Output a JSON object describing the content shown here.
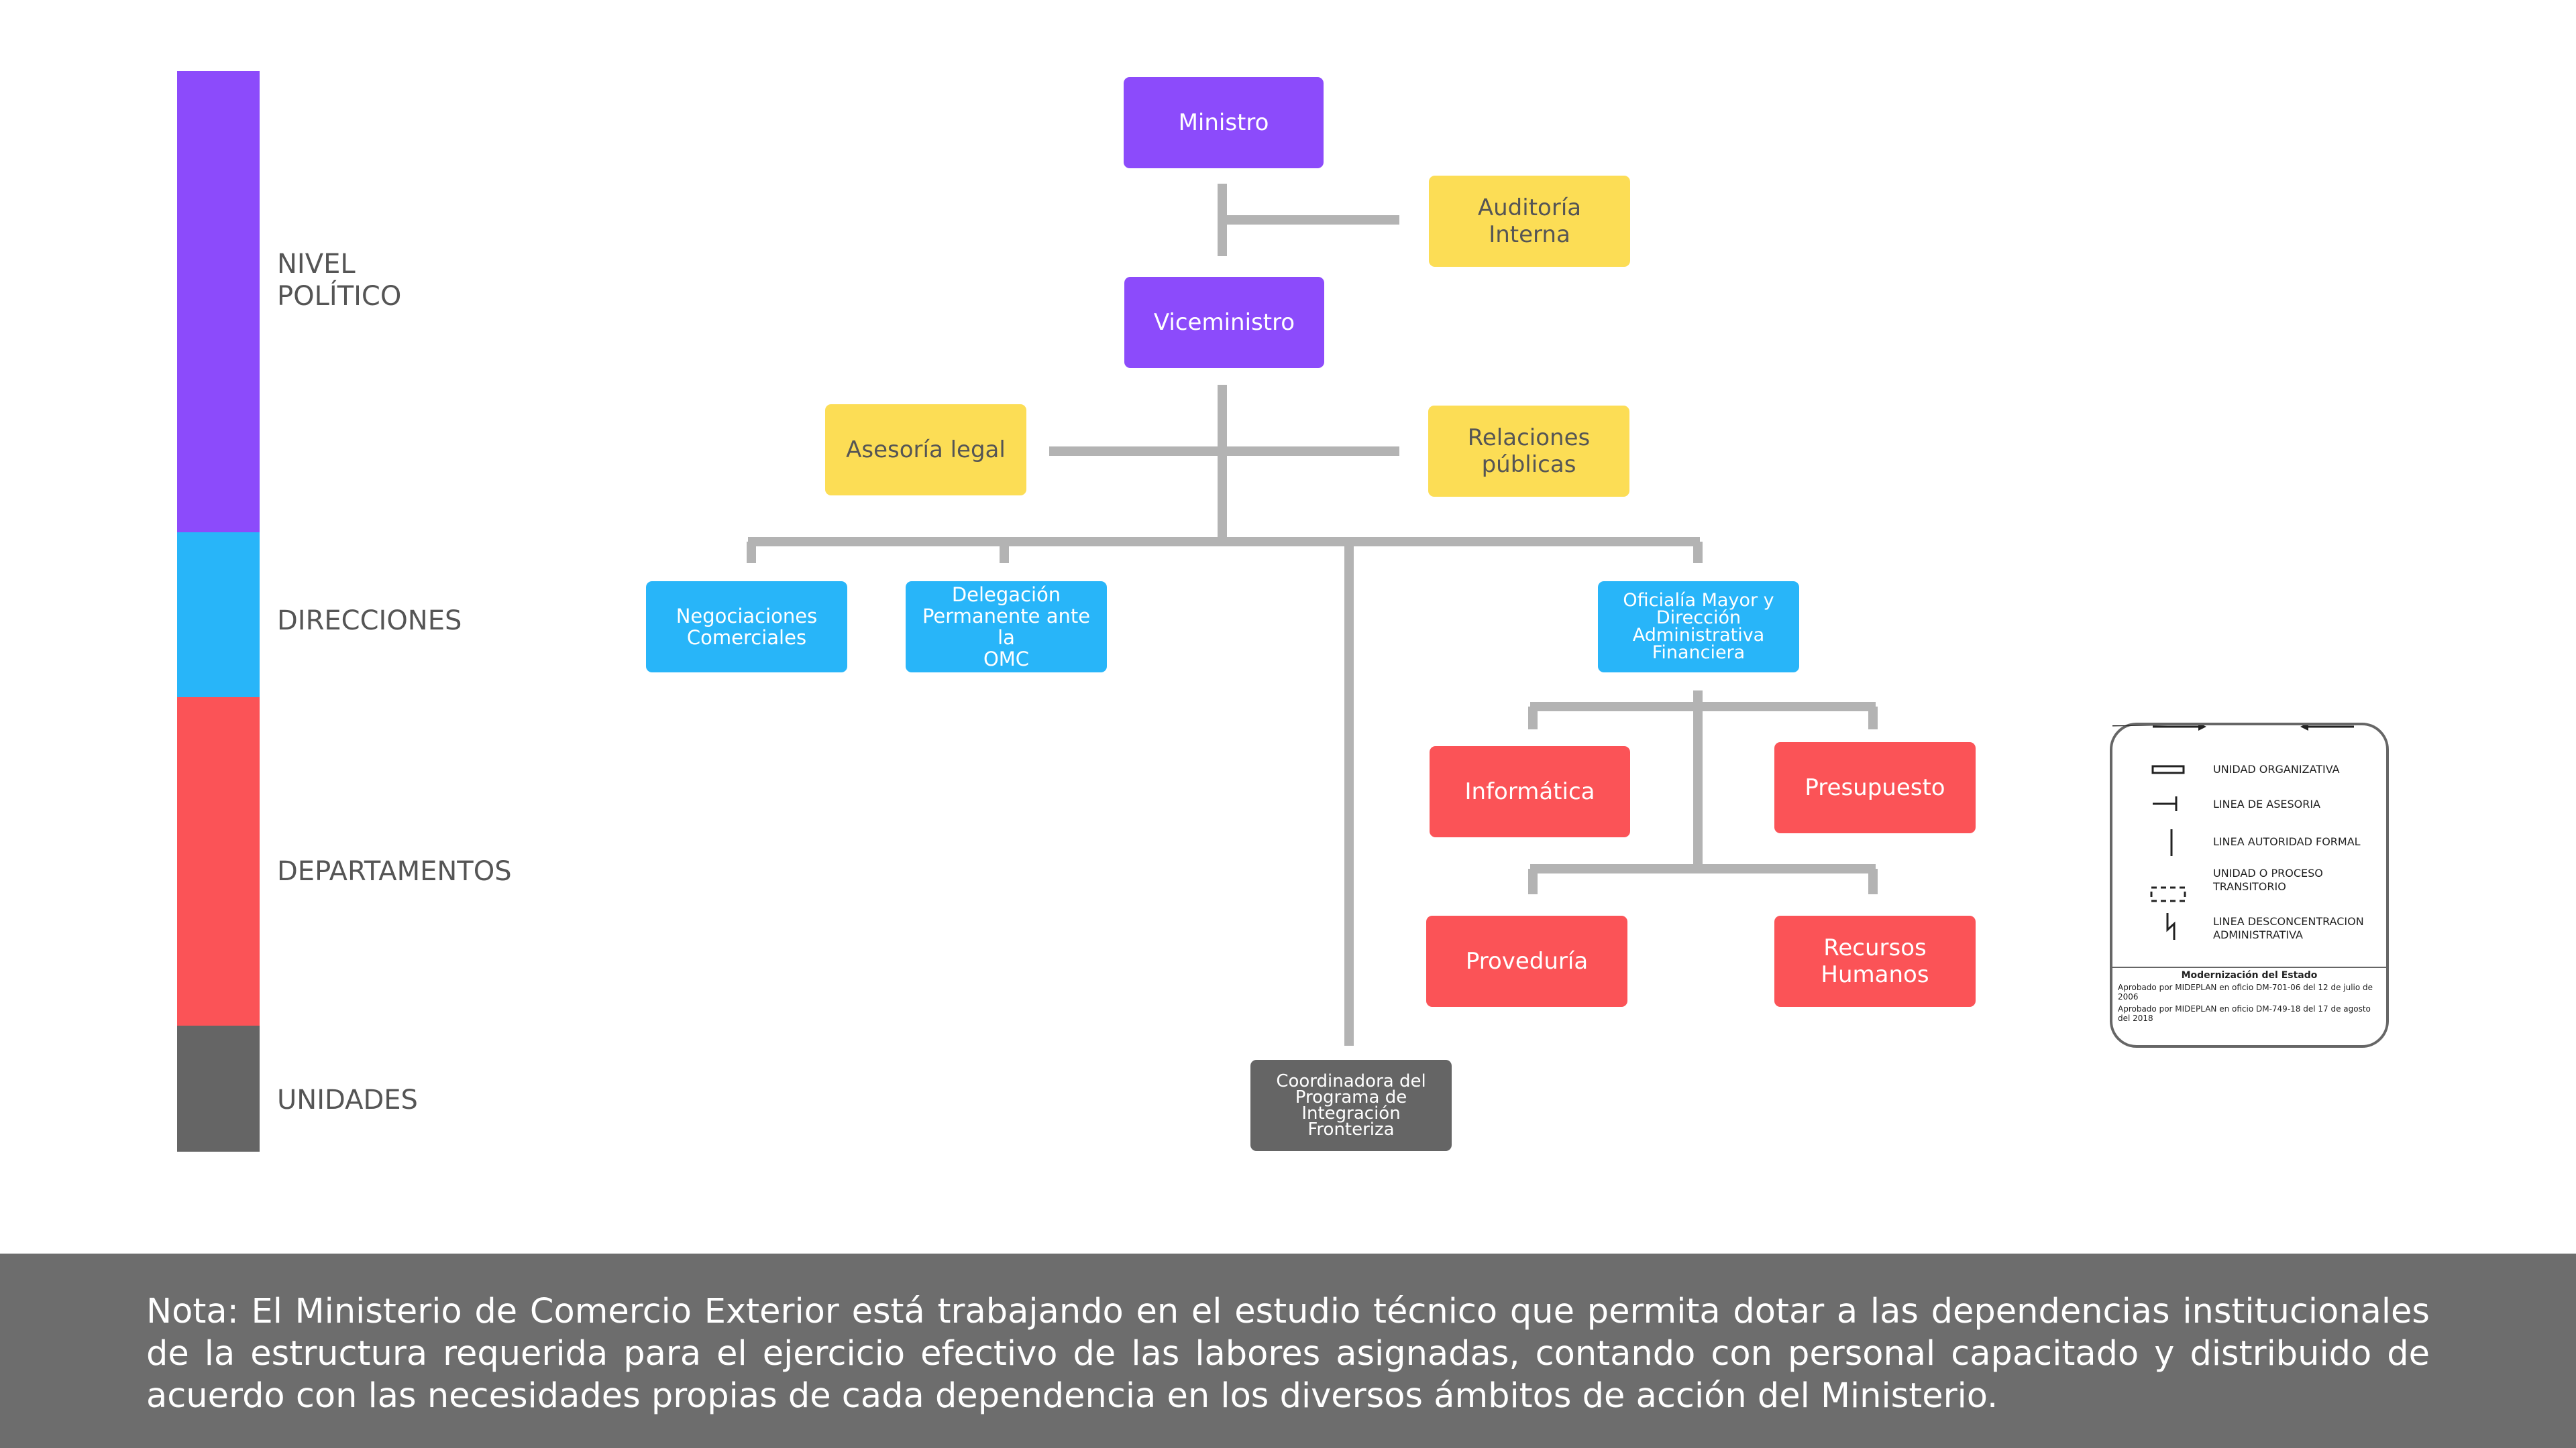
{
  "levels": {
    "politico": "NIVEL\nPOLÍTICO",
    "direcciones": "DIRECCIONES",
    "departamentos": "DEPARTAMENTOS",
    "unidades": "UNIDADES"
  },
  "colors": {
    "politico": "#8c4bfb",
    "direcciones": "#28b5f9",
    "departamentos": "#fb5357",
    "unidades": "#656565",
    "asesoria": "#fcdd55",
    "connector": "#b3b3b3",
    "footer": "#6d6d6d"
  },
  "nodes": {
    "ministro": "Ministro",
    "auditoria": "Auditoría Interna",
    "viceministro": "Viceministro",
    "asesoria_legal": "Asesoría legal",
    "relaciones_publicas": "Relaciones\npúblicas",
    "negociaciones": "Negociaciones\nComerciales",
    "delegacion": "Delegación\nPermanente ante la\nOMC",
    "oficialia": "Oficialía Mayor y\nDirección\nAdministrativa\nFinanciera",
    "informatica": "Informática",
    "presupuesto": "Presupuesto",
    "proveduria": "Proveduría",
    "recursos_humanos": "Recursos\nHumanos",
    "coordinadora": "Coordinadora del\nPrograma de\nIntegración\nFronteriza"
  },
  "legend": {
    "items": [
      "UNIDAD ORGANIZATIVA",
      "LINEA DE ASESORIA",
      "LINEA AUTORIDAD FORMAL",
      "UNIDAD O PROCESO\nTRANSITORIO",
      "LINEA DESCONCENTRACION\nADMINISTRATIVA"
    ],
    "footer_title": "Modernización del Estado",
    "footer_line1": "Aprobado por MIDEPLAN en oficio DM-701-06 del 12 de julio de 2006",
    "footer_line2": "Aprobado por MIDEPLAN en oficio DM-749-18 del 17 de agosto del 2018"
  },
  "note": "Nota: El Ministerio de Comercio Exterior está trabajando en el estudio técnico que permita dotar a las dependencias institucionales de la estructura requerida para el ejercicio efectivo de las labores asignadas, contando con personal capacitado y distribuido de acuerdo con las necesidades propias de cada dependencia en los diversos ámbitos de acción del Ministerio."
}
